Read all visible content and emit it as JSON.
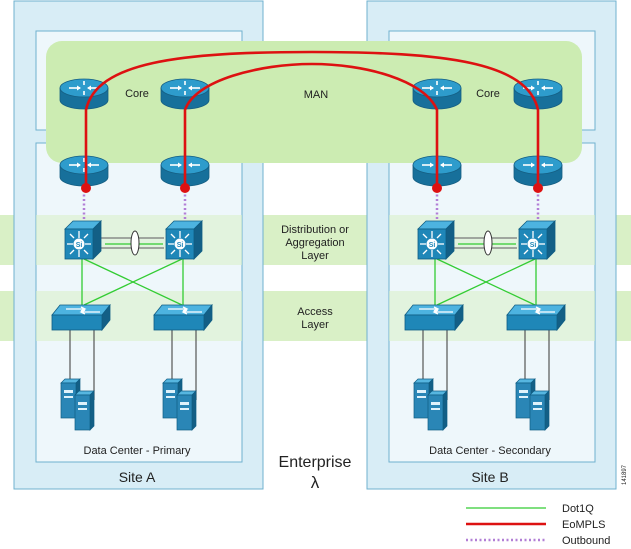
{
  "labels": {
    "core_a": "Core",
    "man": "MAN",
    "core_b": "Core",
    "distribution_line1": "Distribution or",
    "distribution_line2": "Aggregation",
    "distribution_line3": "Layer",
    "access_line1": "Access",
    "access_line2": "Layer",
    "dc_primary": "Data Center - Primary",
    "dc_secondary": "Data Center - Secondary",
    "site_a": "Site A",
    "site_b": "Site B",
    "enterprise": "Enterprise",
    "lambda": "λ",
    "figure_id": "141897"
  },
  "legend": [
    {
      "label": "Dot1Q",
      "color": "#33cc33",
      "style": "solid"
    },
    {
      "label": "EoMPLS",
      "color": "#dd1111",
      "style": "solid"
    },
    {
      "label": "Outbound",
      "color": "#b27fd6",
      "style": "dotted"
    }
  ],
  "colors": {
    "site_fill": "#d8edf6",
    "site_border": "#6fb1cf",
    "band_fill": "#d9f0c6",
    "man_fill": "#ccecb2",
    "dc_fill": "#eef7fb",
    "router": "#1f87b8",
    "switch": "#1f87b8",
    "server": "#2a86b6"
  },
  "icons": {
    "router": "router-icon",
    "multilayer_switch": "multilayer-switch-icon",
    "access_switch": "workgroup-switch-icon",
    "server": "server-icon",
    "port_channel": "port-channel-icon"
  }
}
